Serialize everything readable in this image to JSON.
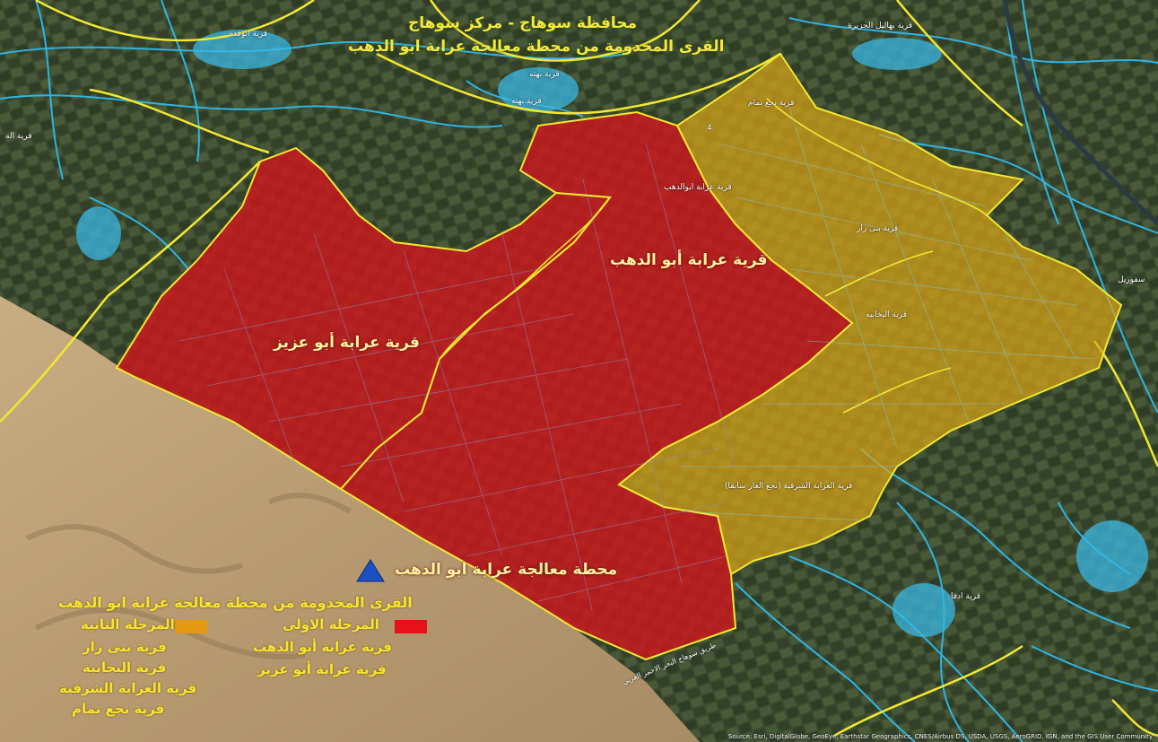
{
  "header": {
    "title_line1": "محافظة سوهاج - مركز سوهاج",
    "title_line2": "القرى المخدومة من محطة معالجة عرابة ابو الدهب"
  },
  "villages": {
    "ghareeb_wafa": "قرية الوقده",
    "bahalil_jazeera": "قرية بهاليل الجزيرة",
    "bahta": "قرية بهته",
    "nagaa_tamam": "قرية نجع تمام",
    "araba_abu_dahab_small": "قرية عرابة ابوالدهب",
    "bani_zar": "قرية بنى زار",
    "bakhabia": "قرية البخابيه",
    "sharqia": "قرية العرابة الشرقية (نجع الغار سابقا)",
    "edfa": "قرية ادفا"
  },
  "edge_labels": {
    "left_top": "قرية اله",
    "right_mid": "سفوريل",
    "marker_4": "4"
  },
  "areas": {
    "araba_abu_dahab": "قرية عرابة أبو الدهب",
    "araba_abu_aziz": "قرية عرابة أبو عزيز"
  },
  "station": {
    "label": "محطة معالجة عرابة ابو الدهب"
  },
  "road_label": "طريق سوهاج البحر الاحمر الغربي",
  "legend": {
    "title": "القرى المخدومة من محطة معالجة عرابة ابو الدهب",
    "phase2": {
      "label": "المرحلة الثانية",
      "color": "#e39a12",
      "items": [
        "قرية بنى زار",
        "قرية البخابية",
        "قرية العرابة الشرقية",
        "قرية نجع تمام"
      ]
    },
    "phase1": {
      "label": "المرحلة الاولى",
      "color": "#e8101a",
      "items": [
        "قرية عرابة أبو الدهب",
        "قرية عرابة أبو عزيز"
      ]
    }
  },
  "colors": {
    "phase1_fill": "#d4141c",
    "phase2_fill": "#d7a418",
    "boundary": "#f2e830",
    "canal": "#2fb4e4",
    "station_marker": "#1c4fc2"
  },
  "attribution": "Source: Esri, DigitalGlobe, GeoEye, Earthstar Geographics, CNES/Airbus DS, USDA, USGS, AeroGRID, IGN, and the GIS User Community"
}
